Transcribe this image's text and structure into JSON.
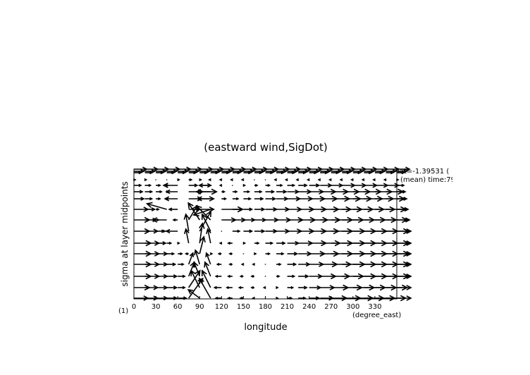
{
  "chart_data": {
    "type": "vector",
    "title": "(eastward wind,SigDot)",
    "xlabel": "longitude",
    "xunits": "(degree_east)",
    "ylabel": "sigma at layer midpoints",
    "yunits": "(1)",
    "xlim": [
      0,
      360
    ],
    "xticks": [
      0,
      30,
      60,
      90,
      120,
      150,
      180,
      210,
      240,
      270,
      300,
      330
    ],
    "xtick_labels": [
      "0",
      "30",
      "60",
      "90",
      "120",
      "150",
      "180",
      "210",
      "240",
      "270",
      "300",
      "330"
    ],
    "annotations": [
      "lat=-1.39531 (",
      "(mean) time:79"
    ],
    "x": [
      0,
      15,
      30,
      45,
      60,
      75,
      90,
      105,
      120,
      135,
      150,
      165,
      180,
      195,
      210,
      225,
      240,
      255,
      270,
      285,
      300,
      315,
      330,
      345,
      360
    ],
    "level_index": [
      0,
      1,
      2,
      3,
      4,
      5,
      6,
      7,
      8,
      9,
      10,
      11,
      12,
      13,
      14,
      15
    ],
    "u": [
      [
        9,
        9,
        9,
        9,
        9,
        9,
        9,
        9,
        9,
        9,
        9,
        9,
        9,
        9,
        9,
        9,
        9,
        9,
        9,
        9,
        9,
        9,
        9,
        9,
        9
      ],
      [
        7,
        7,
        7,
        7,
        7,
        7,
        7,
        7,
        7,
        7,
        7,
        7,
        7,
        7,
        7,
        7,
        7,
        7,
        7,
        7,
        7,
        7,
        7,
        7,
        7
      ],
      [
        5,
        5,
        5,
        5,
        5,
        5,
        5,
        5,
        5,
        5,
        5,
        5,
        5,
        5,
        5,
        5,
        5,
        5,
        5,
        5,
        5,
        5,
        5,
        5,
        5
      ],
      [
        1,
        1,
        0,
        0,
        1,
        2,
        1,
        -1,
        -1,
        -1,
        -1,
        0,
        0,
        -1,
        -1,
        -1,
        -1,
        -1,
        -1,
        -1,
        -1,
        -1,
        -1,
        -1,
        1
      ],
      [
        5,
        4,
        3,
        1,
        -10,
        6,
        8,
        -8,
        -1,
        0,
        1,
        2,
        3,
        4,
        5,
        6,
        7,
        8,
        8,
        9,
        9,
        9,
        9,
        9,
        5
      ],
      [
        6,
        5,
        4,
        1,
        -8,
        10,
        12,
        -10,
        2,
        3,
        4,
        5,
        6,
        7,
        8,
        9,
        10,
        11,
        12,
        12,
        12,
        12,
        12,
        12,
        6
      ],
      [
        7,
        5,
        3,
        1,
        -9,
        9,
        10,
        -9,
        3,
        4,
        5,
        6,
        7,
        8,
        9,
        10,
        11,
        12,
        13,
        13,
        13,
        13,
        13,
        13,
        7
      ],
      [
        10,
        7,
        2,
        -14,
        -6,
        8,
        10,
        -12,
        15,
        7,
        6,
        7,
        8,
        9,
        10,
        11,
        12,
        13,
        14,
        14,
        14,
        14,
        14,
        14,
        8
      ],
      [
        11,
        8,
        2,
        -10,
        -3,
        6,
        -8,
        -10,
        10,
        9,
        8,
        8,
        9,
        10,
        11,
        12,
        13,
        14,
        15,
        15,
        15,
        15,
        15,
        15,
        9
      ],
      [
        11,
        9,
        6,
        -3,
        -8,
        -2,
        8,
        -6,
        0,
        5,
        6,
        7,
        8,
        9,
        10,
        11,
        12,
        13,
        15,
        16,
        16,
        16,
        16,
        16,
        10
      ],
      [
        12,
        10,
        7,
        3,
        1,
        -2,
        2,
        -2,
        -1,
        -3,
        1,
        3,
        5,
        6,
        8,
        10,
        12,
        14,
        15,
        16,
        16,
        16,
        16,
        16,
        10
      ],
      [
        12,
        10,
        8,
        5,
        3,
        -2,
        3,
        1,
        -2,
        -2,
        0,
        1,
        3,
        5,
        7,
        9,
        11,
        13,
        15,
        16,
        16,
        16,
        16,
        16,
        10
      ],
      [
        12,
        10,
        8,
        6,
        4,
        3,
        -3,
        -3,
        -3,
        -2,
        -1,
        -1,
        0,
        3,
        6,
        8,
        10,
        12,
        14,
        16,
        16,
        16,
        16,
        16,
        10
      ],
      [
        12,
        10,
        8,
        7,
        5,
        4,
        -4,
        -4,
        -4,
        -3,
        -2,
        -2,
        0,
        2,
        5,
        7,
        9,
        11,
        13,
        15,
        16,
        16,
        16,
        16,
        10
      ],
      [
        11,
        9,
        8,
        7,
        5,
        8,
        -6,
        -6,
        -5,
        -4,
        -3,
        -2,
        -1,
        1,
        4,
        6,
        8,
        10,
        12,
        14,
        15,
        15,
        15,
        15,
        10
      ],
      [
        10,
        9,
        8,
        7,
        6,
        10,
        -8,
        -8,
        -4,
        -3,
        -2,
        -1,
        0,
        1,
        3,
        5,
        7,
        9,
        11,
        13,
        14,
        14,
        14,
        14,
        10
      ]
    ],
    "v_nonzero": [
      [
        7,
        3,
        4
      ],
      [
        7,
        7,
        -4
      ],
      [
        8,
        5,
        10
      ],
      [
        8,
        6,
        12
      ],
      [
        8,
        7,
        10
      ],
      [
        9,
        5,
        12
      ],
      [
        9,
        6,
        14
      ],
      [
        9,
        7,
        12
      ],
      [
        10,
        5,
        10
      ],
      [
        10,
        6,
        14
      ],
      [
        10,
        7,
        10
      ],
      [
        11,
        6,
        12
      ],
      [
        12,
        5,
        8
      ],
      [
        12,
        6,
        10
      ],
      [
        12,
        7,
        8
      ],
      [
        13,
        5,
        10
      ],
      [
        13,
        6,
        10
      ],
      [
        13,
        7,
        10
      ],
      [
        14,
        5,
        12
      ],
      [
        14,
        6,
        12
      ],
      [
        14,
        7,
        12
      ],
      [
        15,
        5,
        14
      ],
      [
        15,
        6,
        6
      ],
      [
        15,
        7,
        14
      ]
    ]
  }
}
